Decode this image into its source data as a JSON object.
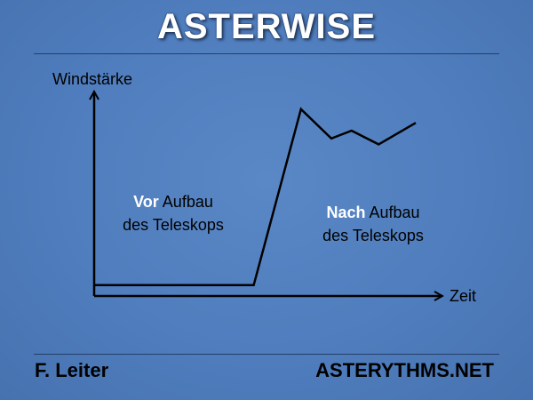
{
  "header": {
    "title": "ASTERWISE"
  },
  "footer": {
    "author": "F. Leiter",
    "site": "ASTERYTHMS.NET"
  },
  "colors": {
    "background": "#4f7dbd",
    "title_text": "#ffffff",
    "highlight": "#ffffff",
    "line": "#000000"
  },
  "chart_data": {
    "type": "line",
    "xlabel": "Zeit",
    "ylabel": "Windstärke",
    "xlim": [
      0,
      10
    ],
    "ylim": [
      0,
      10
    ],
    "series": [
      {
        "x": [
          0,
          4.7,
          6.1,
          7.0,
          7.6,
          8.4,
          9.5
        ],
        "y": [
          0.1,
          0.1,
          9.1,
          7.6,
          8.0,
          7.3,
          8.4
        ]
      }
    ],
    "annotations": [
      {
        "highlight": "Vor",
        "text_line1": " Aufbau",
        "text_line2": "des Teleskops"
      },
      {
        "highlight": "Nach",
        "text_line1": " Aufbau",
        "text_line2": "des Teleskops"
      }
    ],
    "grid": false,
    "legend": "none"
  }
}
